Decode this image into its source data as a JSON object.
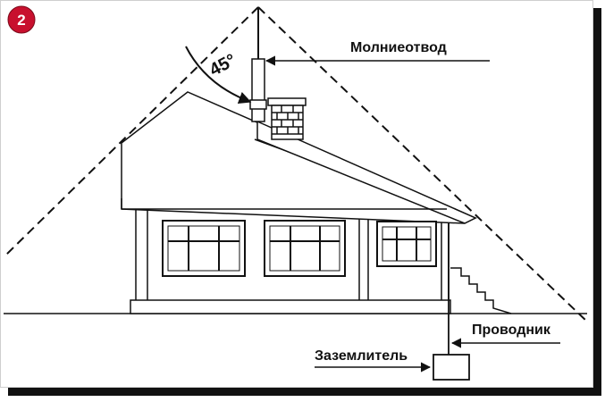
{
  "badge": {
    "number": "2",
    "color": "#c8102e"
  },
  "labels": {
    "lightning_rod": "Молниеотвод",
    "conductor": "Проводник",
    "ground_electrode": "Заземлитель",
    "angle": "45°"
  }
}
